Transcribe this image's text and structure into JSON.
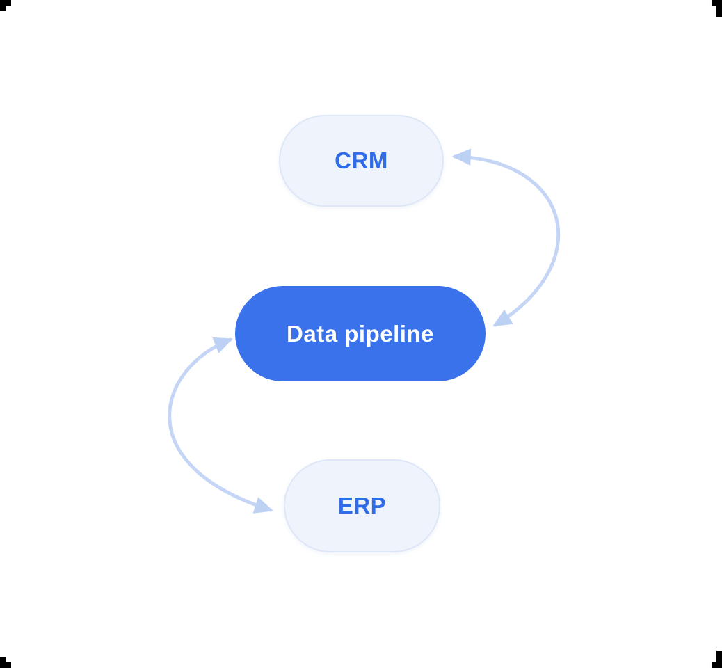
{
  "page": {
    "background": "#ffffff"
  },
  "diagram": {
    "nodes": [
      {
        "id": "crm",
        "label": "CRM",
        "variant": "light"
      },
      {
        "id": "data_pipeline",
        "label": "Data pipeline",
        "variant": "primary"
      },
      {
        "id": "erp",
        "label": "ERP",
        "variant": "light"
      }
    ],
    "edges": [
      {
        "id": "crm_data_pipeline",
        "between": [
          "crm",
          "data_pipeline"
        ],
        "side": "right",
        "style": "curved",
        "bidirectional": true
      },
      {
        "id": "data_pipeline_erp",
        "between": [
          "data_pipeline",
          "erp"
        ],
        "side": "left",
        "style": "curved",
        "bidirectional": true
      }
    ],
    "colors": {
      "page_background": "#ffffff",
      "node_light_fill": "#eef3fc",
      "node_light_border": "#dde7f7",
      "node_light_text": "#2f6ce8",
      "node_primary_fill": "#3a72ec",
      "node_primary_text": "#ffffff",
      "arrow_stroke": "#c5d5f5",
      "arrow_head": "#bdd1f4",
      "crop_mark": "#000000"
    }
  }
}
